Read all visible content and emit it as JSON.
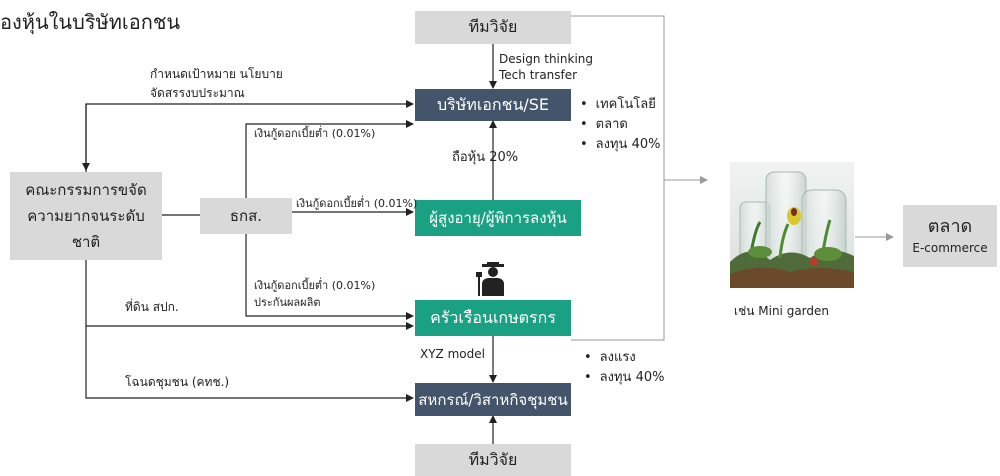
{
  "title": "องหุ้นในบริษัทเอกชน",
  "nodes": {
    "research_top": "ทีมวิจัย",
    "research_bottom": "ทีมวิจัย",
    "company": "บริษัทเอกชน/SE",
    "committee": "คณะกรรมการขจัดความยากจนระดับชาติ",
    "baac": "ธกส.",
    "elderly": "ผู้สูงอายุ/ผู้พิการลงหุ้น",
    "farmers": "ครัวเรือนเกษตรกร",
    "coop": "สหกรณ์/วิสาหกิจชุมชน",
    "market_title": "ตลาด",
    "market_sub": "E-commerce"
  },
  "labels": {
    "design": "Design thinking",
    "tech": "Tech transfer",
    "goal1": "กำหนดเป้าหมาย นโยบาย",
    "goal2": "จัดสรรงบประมาณ",
    "loan_company": "เงินกู้ดอกเบี้ยต่ำ (0.01%)",
    "loan_elderly": "เงินกู้ดอกเบี้ยต่ำ (0.01%)",
    "loan_farm1": "เงินกู้ดอกเบี้ยต่ำ (0.01%)",
    "loan_farm2": "ประกันผลผลิต",
    "share": "ถือหุ้น 20%",
    "land": "ที่ดิน สปก.",
    "deed": "โฉนดชุมชน (คทช.)",
    "xyz": "XYZ model",
    "example": "เช่น Mini garden"
  },
  "company_points": [
    "เทคโนโลยี",
    "ตลาด",
    "ลงทุน 40%"
  ],
  "coop_points": [
    "ลงแรง",
    "ลงทุน 40%"
  ],
  "icons": {
    "farmer": "farmer-icon",
    "garden": "mini-garden-image"
  },
  "colors": {
    "gray_box": "#d9d9d9",
    "navy_box": "#44546a",
    "green_box": "#1aa083",
    "line": "#222222"
  }
}
